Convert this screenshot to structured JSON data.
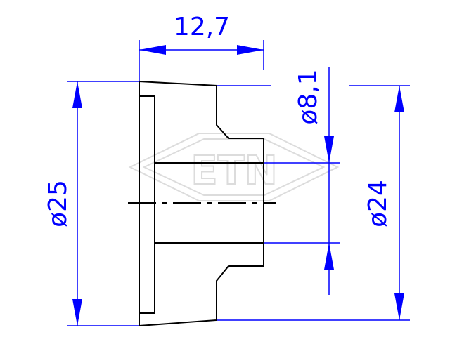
{
  "dimensions": {
    "length": "12,7",
    "outer_diameter": "ø25",
    "hub_diameter": "ø24",
    "bore_diameter": "ø8,1"
  },
  "watermark": {
    "logo": "ETN"
  },
  "colors": {
    "dimension": "#0000ff",
    "part": "#000000",
    "watermark": "#dcdcdc",
    "background": "#ffffff"
  }
}
